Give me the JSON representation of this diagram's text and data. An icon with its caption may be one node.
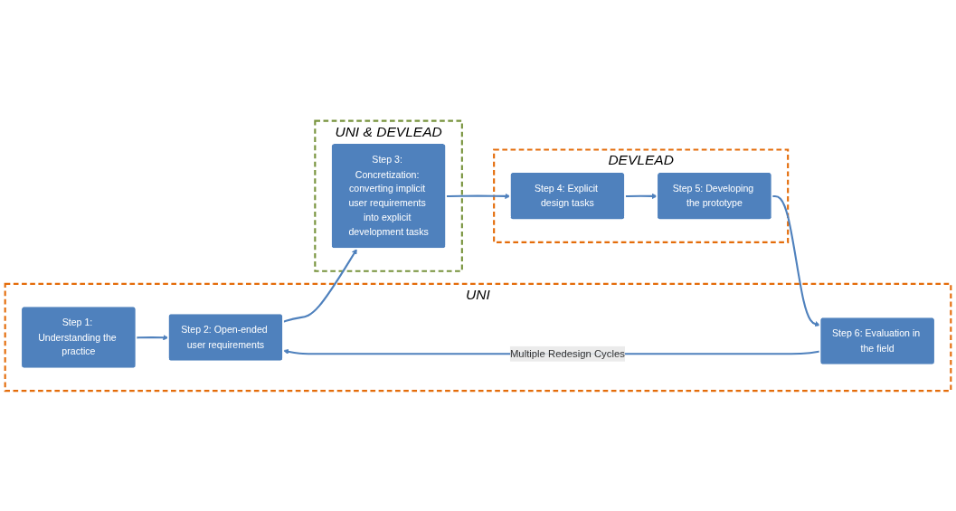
{
  "diagram": {
    "nodes": [
      {
        "text": [
          "UNI"
        ]
      },
      {
        "text": [
          "Step 1: Understanding the practice"
        ],
        "in": 0
      },
      {
        "text": [
          "Step 2: Open-ended user requirements"
        ],
        "in": 0
      },
      {
        "text": [
          "UNI & DEVLEAD"
        ]
      },
      {
        "text": [
          "Step 3: Concretization: converting implicit user requirements into explicit development tasks"
        ],
        "in": 3
      },
      {
        "text": [
          "DEVLEAD"
        ]
      },
      {
        "text": [
          "Step 4: Explicit design tasks"
        ],
        "in": 5
      },
      {
        "text": [
          "Step 5: Developing the prototype"
        ],
        "in": 5
      },
      {
        "text": [
          "Step 6: Evaluation in the field"
        ],
        "in": 0
      }
    ],
    "edges": [
      {
        "from": 1,
        "to": 2,
        "arrow": "to"
      },
      {
        "from": 2,
        "to": 4,
        "arrow": "to"
      },
      {
        "from": 4,
        "to": 6,
        "arrow": "to"
      },
      {
        "from": 6,
        "to": 7,
        "arrow": "to"
      },
      {
        "from": 7,
        "to": 8,
        "arrow": "to"
      },
      {
        "from": 8,
        "to": 2,
        "arrow": "to",
        "label": "Multiple Redesign Cycles"
      }
    ]
  }
}
